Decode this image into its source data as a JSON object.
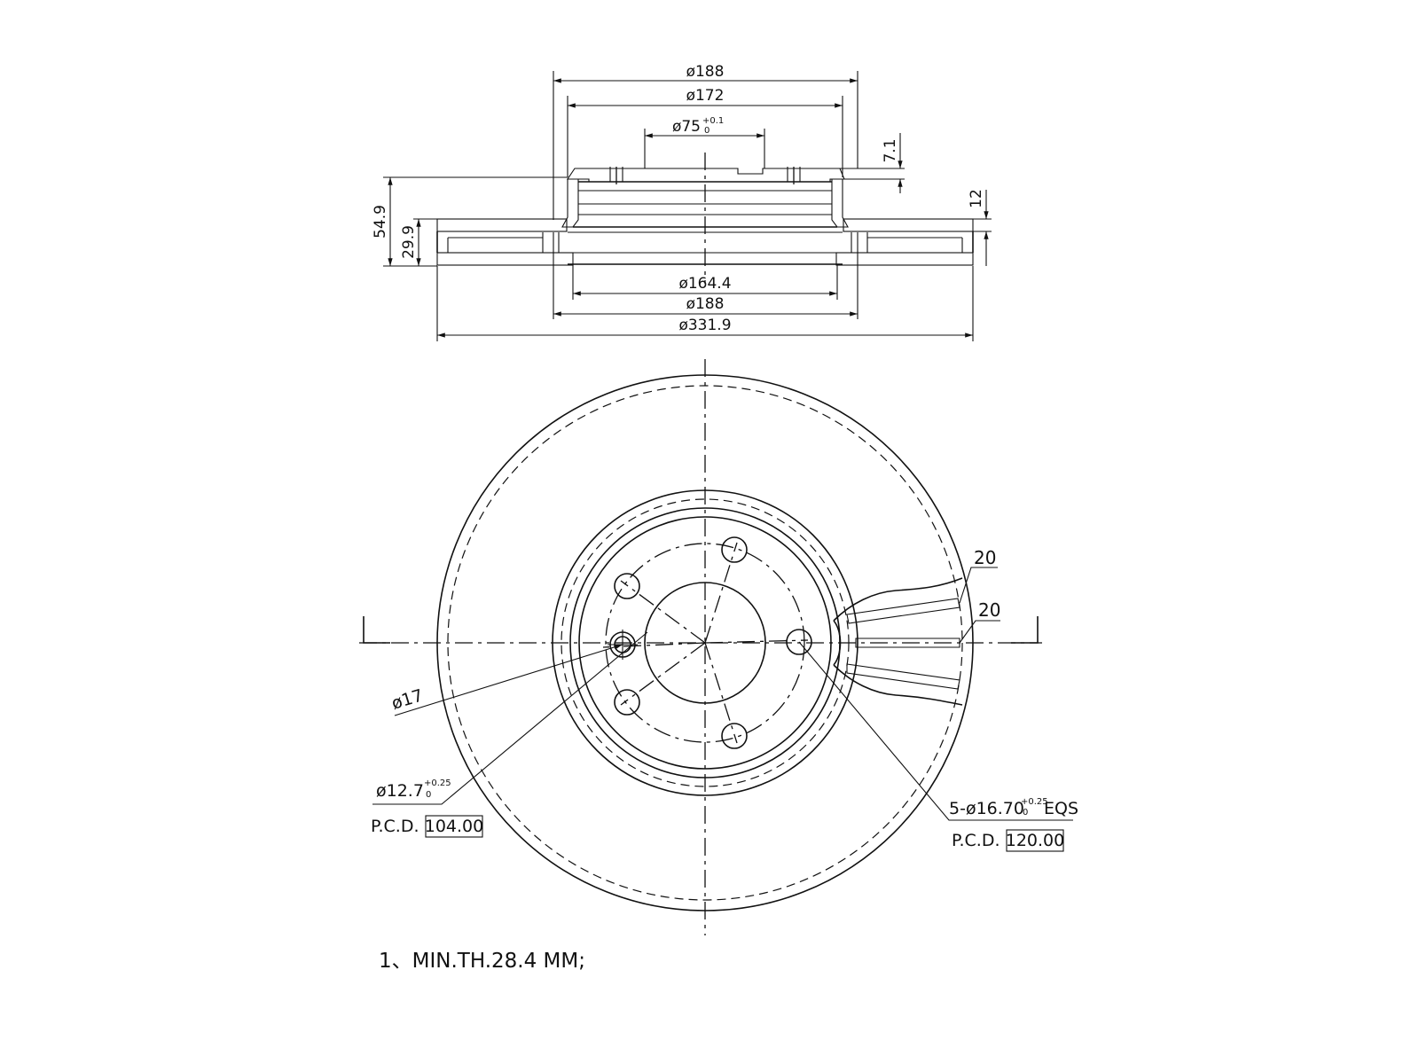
{
  "section_view": {
    "dims": {
      "top_outer_dia": "ø188",
      "top_inner_dia": "ø172",
      "center_bore_base": "ø75",
      "center_bore_tol_upper": "+0.1",
      "center_bore_tol_lower": "0",
      "hat_step": "7.1",
      "rotor_thickness_mark": "12",
      "overall_height": "54.9",
      "disc_thickness": "29.9",
      "bottom_dia_1": "ø164.4",
      "bottom_dia_2": "ø188",
      "outer_dia": "ø331.9"
    }
  },
  "plan_view": {
    "vane_width_1": "20",
    "vane_width_2": "20",
    "hole_dia": "ø17",
    "small_hole_base": "ø12.7",
    "small_hole_tol_upper": "+0.25",
    "small_hole_tol_lower": "0",
    "pcd_label_left": "P.C.D.",
    "pcd_value_left": "104.00",
    "bolt_holes_base": "5-ø16.70",
    "bolt_holes_tol_upper": "+0.25",
    "bolt_holes_tol_lower": "0",
    "bolt_holes_suffix": "EQS",
    "pcd_label_right": "P.C.D.",
    "pcd_value_right": "120.00"
  },
  "notes": {
    "note_1": "1、MIN.TH.28.4 MM;"
  }
}
